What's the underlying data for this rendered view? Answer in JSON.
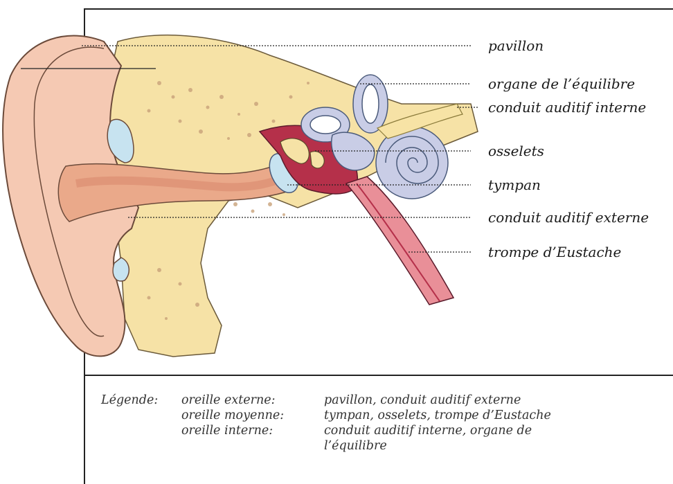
{
  "labels": {
    "pavillon": "pavillon",
    "organe_equilibre": "organe de l’équilibre",
    "conduit_interne": "conduit auditif interne",
    "osselets": "osselets",
    "tympan": "tympan",
    "conduit_externe": "conduit auditif externe",
    "trompe": "trompe d’Eustache"
  },
  "legend": {
    "title": "Légende:",
    "rows": [
      {
        "term": "oreille externe:",
        "desc": "pavillon, conduit auditif externe"
      },
      {
        "term": "oreille moyenne:",
        "desc": "tympan, osselets, trompe d’Eustache"
      },
      {
        "term": "oreille interne:",
        "desc": "conduit auditif interne, organe de",
        "desc2": "l’équilibre"
      }
    ]
  },
  "colors": {
    "skin": "#f5c9b3",
    "skin_dark": "#e8a98e",
    "bone": "#f6e2a6",
    "canal": "#eaa98a",
    "middle_ear": "#b5304a",
    "inner_ear": "#c9cde6",
    "membrane": "#c7e3f0",
    "tube": "#e98f98"
  }
}
